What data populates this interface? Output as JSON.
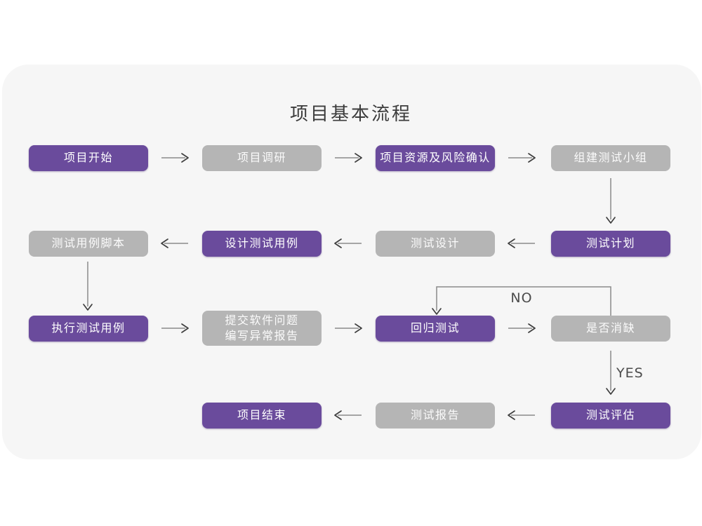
{
  "title": "项目基本流程",
  "colors": {
    "primary": "#6a4b9c",
    "secondary": "#b5b5b5",
    "panel": "#f6f6f6",
    "arrow": "#8a8a8a",
    "arrowhead": "#3f3f3f"
  },
  "labels": {
    "no": "NO",
    "yes": "YES"
  },
  "nodes": [
    {
      "id": "project-start",
      "label": "项目开始",
      "variant": "purple"
    },
    {
      "id": "project-research",
      "label": "项目调研",
      "variant": "gray"
    },
    {
      "id": "resource-risk-confirm",
      "label": "项目资源及风险确认",
      "variant": "purple"
    },
    {
      "id": "build-test-team",
      "label": "组建测试小组",
      "variant": "gray"
    },
    {
      "id": "test-plan",
      "label": "测试计划",
      "variant": "purple"
    },
    {
      "id": "test-design",
      "label": "测试设计",
      "variant": "gray"
    },
    {
      "id": "design-test-cases",
      "label": "设计测试用例",
      "variant": "purple"
    },
    {
      "id": "test-case-script",
      "label": "测试用例脚本",
      "variant": "gray"
    },
    {
      "id": "execute-test-cases",
      "label": "执行测试用例",
      "variant": "purple"
    },
    {
      "id": "submit-issue-report",
      "label": "提交软件问题\n编写异常报告",
      "variant": "gray"
    },
    {
      "id": "regression-test",
      "label": "回归测试",
      "variant": "purple"
    },
    {
      "id": "defect-cleared",
      "label": "是否消缺",
      "variant": "gray"
    },
    {
      "id": "test-evaluation",
      "label": "测试评估",
      "variant": "purple"
    },
    {
      "id": "test-report",
      "label": "测试报告",
      "variant": "gray"
    },
    {
      "id": "project-end",
      "label": "项目结束",
      "variant": "purple"
    }
  ]
}
